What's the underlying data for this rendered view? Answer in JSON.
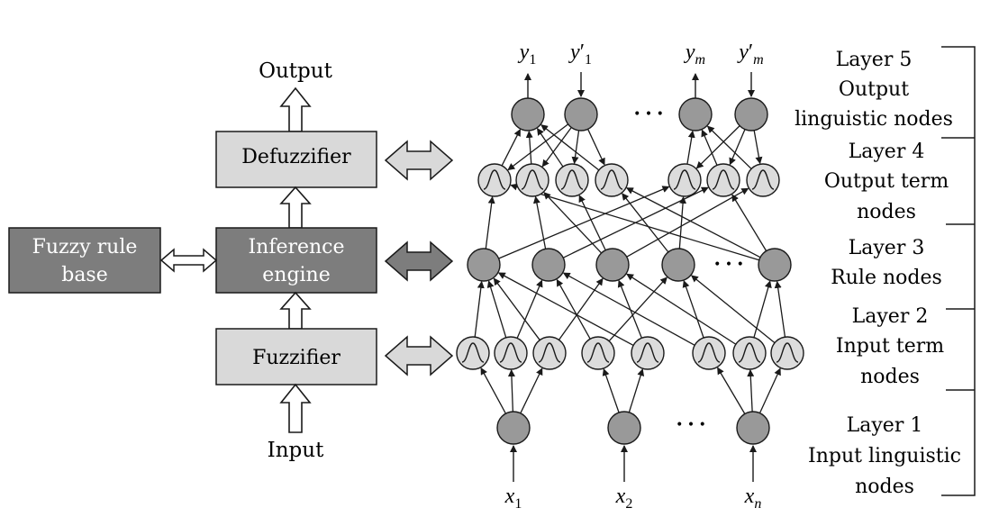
{
  "blocks": {
    "output_label": "Output",
    "input_label": "Input",
    "defuzzifier": "Defuzzifier",
    "inference_line1": "Inference",
    "inference_line2": "engine",
    "fuzzifier": "Fuzzifier",
    "rule_base_line1": "Fuzzy rule",
    "rule_base_line2": "base"
  },
  "layers": [
    {
      "title": "Layer 5",
      "line1": "Output",
      "line2": "linguistic nodes"
    },
    {
      "title": "Layer 4",
      "line1": "Output term",
      "line2": "nodes"
    },
    {
      "title": "Layer 3",
      "line1": "Rule nodes",
      "line2": ""
    },
    {
      "title": "Layer 2",
      "line1": "Input term",
      "line2": "nodes"
    },
    {
      "title": "Layer 1",
      "line1": "Input linguistic",
      "line2": "nodes"
    }
  ],
  "output_symbols": [
    {
      "base": "y",
      "prime": "",
      "sub": "1"
    },
    {
      "base": "y",
      "prime": "′",
      "sub": "1"
    },
    {
      "base": "y",
      "prime": "",
      "sub": "m"
    },
    {
      "base": "y",
      "prime": "′",
      "sub": "m"
    }
  ],
  "input_symbols": [
    {
      "base": "x",
      "sub": "1"
    },
    {
      "base": "x",
      "sub": "2"
    },
    {
      "base": "x",
      "sub": "n"
    }
  ],
  "ellipsis": "• • •",
  "colors": {
    "light_box": "#d9d9d9",
    "dark_box": "#7d7d7d",
    "node_fill": "#999999",
    "term_node_fill": "#dcdcdc",
    "stroke": "#1a1a1a"
  }
}
